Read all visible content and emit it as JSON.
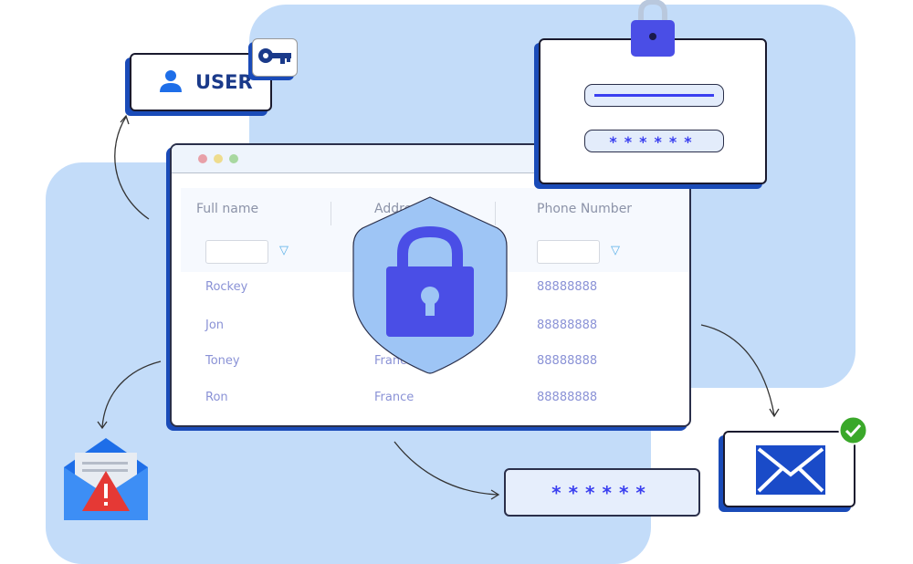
{
  "user_card": {
    "label": "USER",
    "icon": "user-icon",
    "badge_icon": "key-icon"
  },
  "window": {
    "columns": [
      "Full name",
      "Address",
      "Phone Number"
    ],
    "rows": [
      {
        "name": "Rockey",
        "address": "",
        "phone": "88888888"
      },
      {
        "name": "Jon",
        "address": "",
        "phone": "88888888"
      },
      {
        "name": "Toney",
        "address": "France",
        "phone": "88888888"
      },
      {
        "name": "Ron",
        "address": "France",
        "phone": "88888888"
      }
    ]
  },
  "login_card": {
    "password_mask": "******"
  },
  "password_card": {
    "mask": "******"
  },
  "colors": {
    "accent": "#1a4bb8",
    "blob": "#c3dcf9",
    "lock": "#4a4ee6",
    "shield": "#9ec5f5",
    "check": "#3aa82a",
    "alert": "#e53935"
  }
}
